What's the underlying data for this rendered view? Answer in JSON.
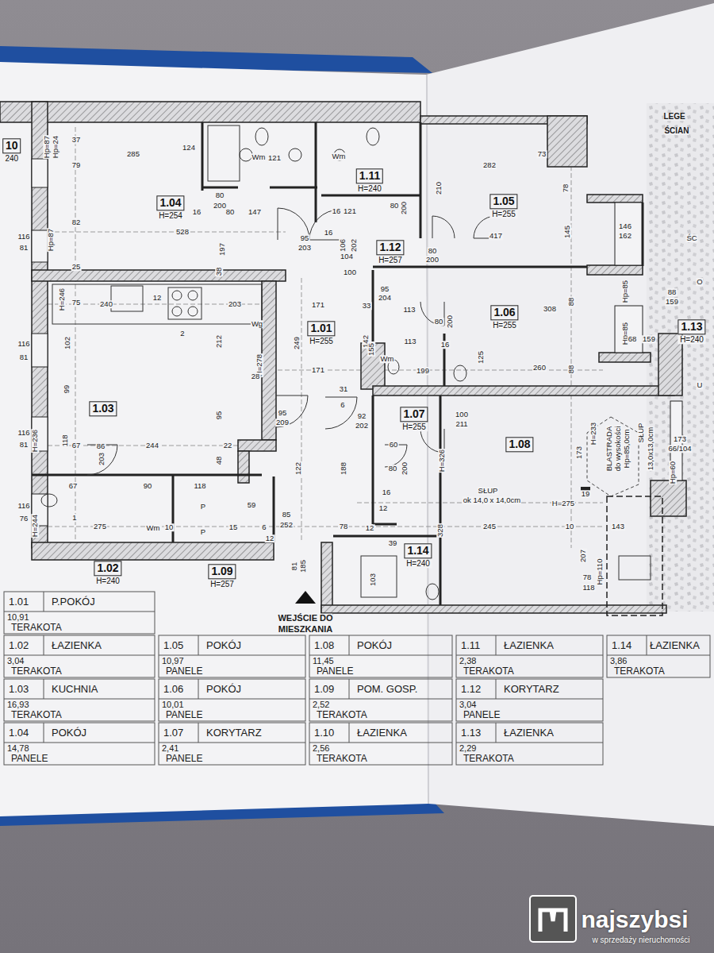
{
  "diagram": {
    "nodes": [
      {
        "text": [
          "10",
          "240"
        ]
      },
      {
        "text": [
          "1.04",
          "H=254"
        ]
      },
      {
        "text": [
          "1.11",
          "H=240"
        ]
      },
      {
        "text": [
          "1.05",
          "H=255"
        ]
      },
      {
        "text": [
          "1.12",
          "H=257"
        ]
      },
      {
        "text": [
          "1.06",
          "H=255"
        ]
      },
      {
        "text": [
          "1.01",
          "H=255"
        ]
      },
      {
        "text": [
          "1.13",
          "H=240"
        ]
      },
      {
        "text": [
          "1.03"
        ]
      },
      {
        "text": [
          "1.07",
          "H=255"
        ]
      },
      {
        "text": [
          "1.08"
        ]
      },
      {
        "text": [
          "1.14",
          "H=240"
        ]
      },
      {
        "text": [
          "1.02",
          "H=240"
        ]
      },
      {
        "text": [
          "1.09",
          "H=257"
        ]
      }
    ],
    "labels": [
      "Hp=87",
      "Hp=24",
      "37",
      "285",
      "124",
      "79",
      "Wm",
      "121",
      "Wm",
      "282",
      "73",
      "210",
      "78",
      "80",
      "200",
      "16",
      "80",
      "147",
      "16",
      "121",
      "80",
      "200",
      "116",
      "81",
      "Hp=87",
      "82",
      "528",
      "197",
      "95",
      "203",
      "16",
      "106",
      "202",
      "104",
      "417",
      "145",
      "146",
      "162",
      "80",
      "200",
      "25",
      "38",
      "100",
      "H=246",
      "75",
      "240",
      "12",
      "203",
      "Wg",
      "2",
      "171",
      "33",
      "95",
      "204",
      "113",
      "80",
      "200",
      "308",
      "88",
      "Hp=85",
      "88",
      "159",
      "116",
      "81",
      "102",
      "212",
      "249",
      "H=278",
      "142",
      "113",
      "16",
      "125",
      "Hp=85",
      "68",
      "159",
      "28",
      "171",
      "Wm",
      "155",
      "199",
      "260",
      "88",
      "99",
      "31",
      "95",
      "95",
      "209",
      "6",
      "92",
      "202",
      "100",
      "211",
      "116",
      "81",
      "H=236",
      "118",
      "67",
      "86",
      "203",
      "244",
      "22",
      "48",
      "122",
      "188",
      "60",
      "80",
      "200",
      "H=326",
      "H=233",
      "173",
      "173",
      "66/104",
      "Hp=60",
      "67",
      "90",
      "118",
      "59",
      "P",
      "P",
      "16",
      "12",
      "H=275",
      "19",
      "116",
      "76",
      "H=244",
      "1",
      "275",
      "Wm",
      "10",
      "15",
      "6",
      "85",
      "252",
      "78",
      "12",
      "328",
      "245",
      "10",
      "143",
      "12",
      "207",
      "78",
      "118",
      "Hp=110",
      "39",
      "103",
      "81",
      "185",
      "SŁUP",
      "ok 14,0 x 14,0cm",
      "BLASTRADA",
      "do wysokości",
      "Hp=85,0cm",
      "SŁUP",
      "13,0x13,0cm",
      "WEJŚCIE DO",
      "MIESZKANIA",
      "LEGE",
      "ŚCIAN",
      "ŚC",
      "O",
      "U",
      "najszybsi",
      "w sprzedaży nieruchomości",
      "1.01",
      "P.POKÓJ",
      "10,91",
      "TERAKOTA",
      "1.02",
      "ŁAZIENKA",
      "3,04",
      "TERAKOTA",
      "1.03",
      "KUCHNIA",
      "16,93",
      "TERAKOTA",
      "1.04",
      "POKÓJ",
      "14,78",
      "PANELE",
      "1.05",
      "POKÓJ",
      "10,97",
      "PANELE",
      "1.06",
      "POKÓJ",
      "10,01",
      "PANELE",
      "1.07",
      "KORYTARZ",
      "2,41",
      "PANELE",
      "1.08",
      "POKÓJ",
      "11,45",
      "PANELE",
      "1.09",
      "POM. GOSP.",
      "2,52",
      "TERAKOTA",
      "1.10",
      "ŁAZIENKA",
      "2,56",
      "TERAKOTA",
      "1.11",
      "ŁAZIENKA",
      "2,38",
      "TERAKOTA",
      "1.12",
      "KORYTARZ",
      "3,04",
      "PANELE",
      "1.13",
      "ŁAZIENKA",
      "2,29",
      "TERAKOTA",
      "1.14",
      "ŁAZIENKA",
      "3,86",
      "TERAKOTA"
    ]
  }
}
